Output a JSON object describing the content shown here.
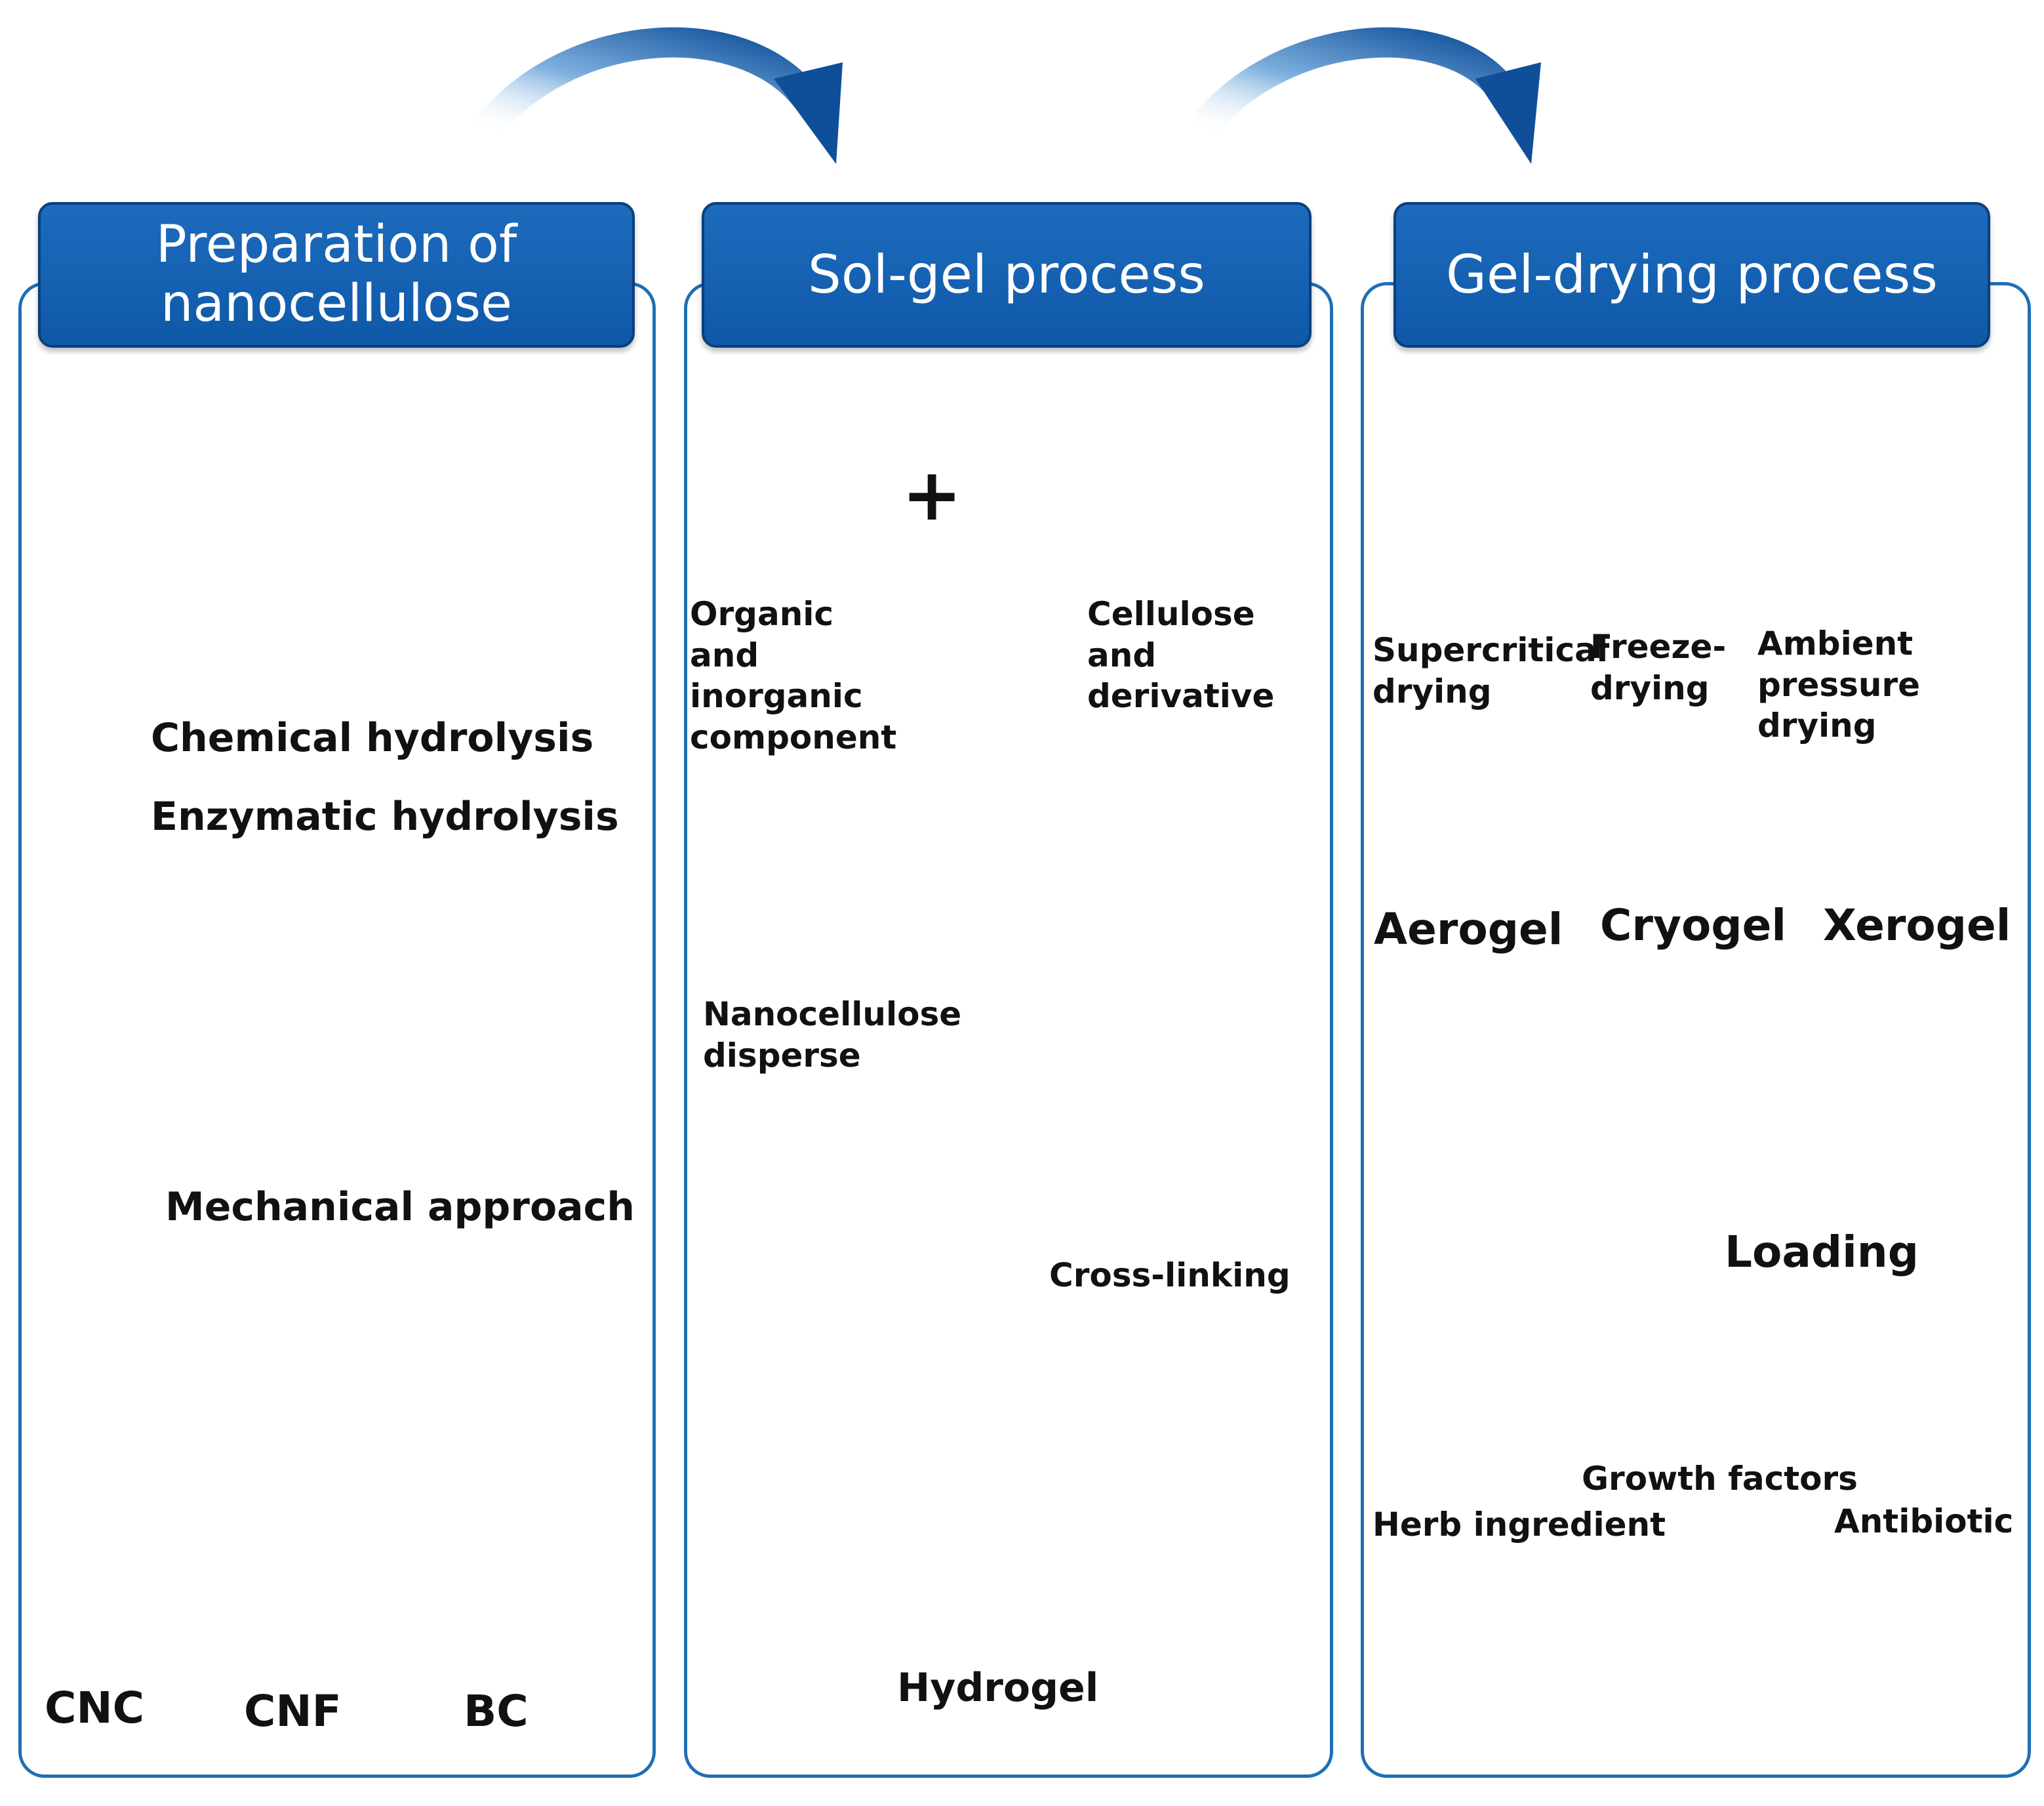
{
  "panels": {
    "left": {
      "title": "Preparation of nanocellulose",
      "steps": [
        "Chemical hydrolysis",
        "Enzymatic hydrolysis",
        "Mechanical approach"
      ],
      "products": [
        "CNC",
        "CNF",
        "BC"
      ]
    },
    "middle": {
      "title": "Sol-gel process",
      "plus": "+",
      "components": [
        "Organic and inorganic component",
        "Cellulose and derivative"
      ],
      "disperse": "Nanocellulose disperse",
      "crosslink": "Cross-linking",
      "result": "Hydrogel"
    },
    "right": {
      "title": "Gel-drying process",
      "methods": [
        "Supercritical drying",
        "Freeze-drying",
        "Ambient pressure drying"
      ],
      "gels": [
        "Aerogel",
        "Cryogel",
        "Xerogel"
      ],
      "loading": "Loading",
      "cargo": [
        "Herb ingredient",
        "Growth factors",
        "Antibiotic"
      ]
    }
  },
  "colors": {
    "panel_border": "#1f6fb5",
    "header_fill": "#1565c0",
    "arrow": "#4a5fa5",
    "flow_arrow": "#1a5fa8"
  }
}
